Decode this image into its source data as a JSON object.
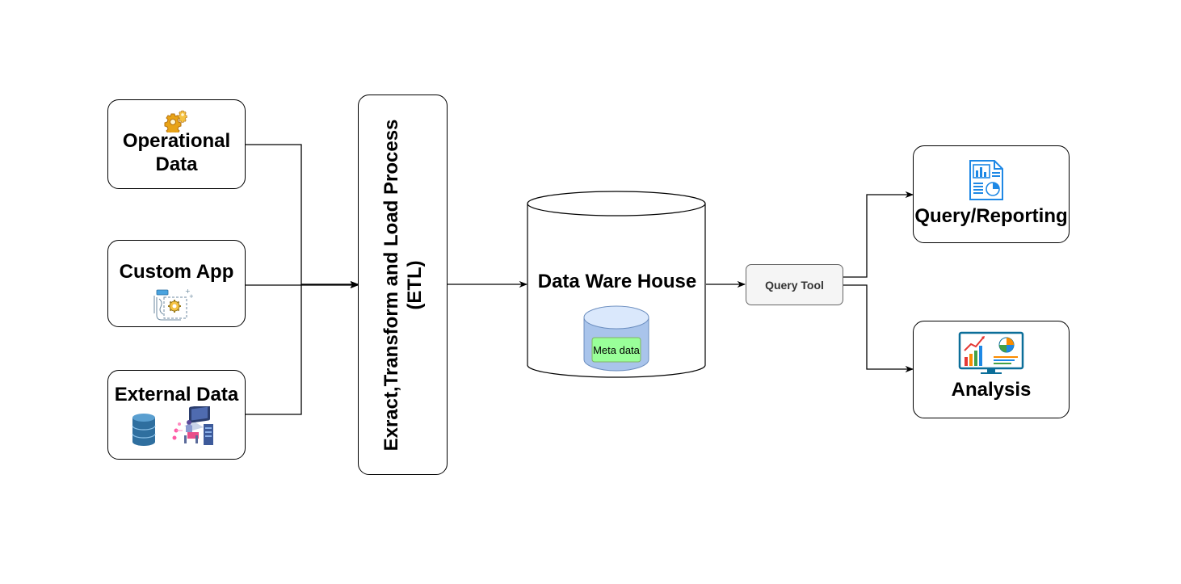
{
  "diagram": {
    "sources": {
      "operational": {
        "label": "Operational Data",
        "icon": "gear-icon"
      },
      "custom_app": {
        "label": "Custom App",
        "icon": "app-settings-icon"
      },
      "external": {
        "label": "External Data",
        "icons": [
          "database-icon",
          "developer-workstation-icon"
        ]
      }
    },
    "etl": {
      "label": "Exract,Transform and Load Process (ETL)"
    },
    "warehouse": {
      "label": "Data Ware House",
      "meta": {
        "label": "Meta data",
        "fill": "#99ff99"
      },
      "meta_cylinder_fill": "#a9c4eb"
    },
    "query_tool": {
      "label": "Query Tool"
    },
    "outputs": {
      "reporting": {
        "label": "Query/Reporting",
        "icon": "report-document-icon"
      },
      "analysis": {
        "label": "Analysis",
        "icon": "analytics-dashboard-icon"
      }
    },
    "colors": {
      "stroke": "#000000",
      "query_tool_fill": "#f5f5f5",
      "query_tool_border": "#666666",
      "icon_blue": "#1e88e5",
      "icon_teal": "#0b6e99"
    }
  }
}
